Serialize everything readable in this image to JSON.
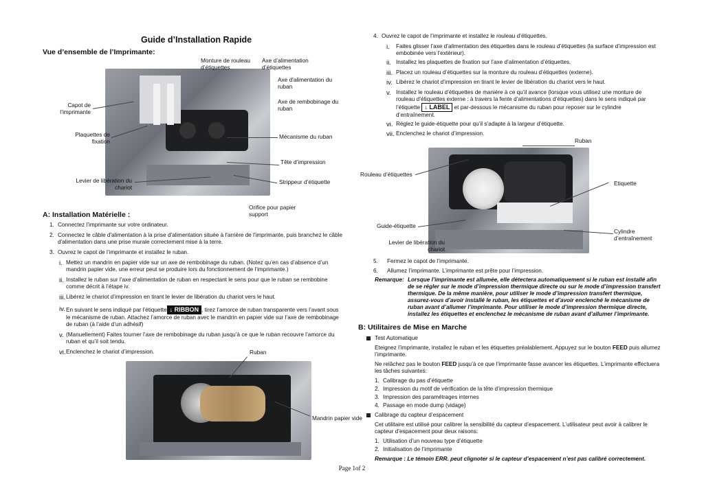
{
  "left": {
    "title": "Guide d’Installation Rapide",
    "overview_heading": "Vue d’ensemble de l’Imprimante:",
    "diagram_labels": {
      "monture": "Monture de rouleau d’étiquettes",
      "axe_alim_etiq": "Axe d’alimentation d’étiquettes",
      "axe_alim_ruban": "Axe d'alimentation du ruban",
      "axe_rembob": "Axe de rembobinage du ruban",
      "capot": "Capot de l’imprimante",
      "plaquettes": "Plaquettes de fixation",
      "mecanisme": "Mécanisme du ruban",
      "tete": "Tête d’impression",
      "levier": "Levier de libération du chariot",
      "strippeur": "Strippeur d’étiquette",
      "orifice": "Orifice pour papier support"
    },
    "section_a_letter": "A:",
    "section_a_title": "Installation Matérielle :",
    "steps": [
      {
        "n": "1.",
        "text": "Connectez l’imprimante sur votre ordinateur."
      },
      {
        "n": "2.",
        "text": "Connectez le câble d'alimentation à la prise d'alimentation située à l'arrière de l'imprimante, puis branchez le câble d'alimentation dans une prise murale correctement mise à la terre."
      },
      {
        "n": "3.",
        "text": "Ouvrez le capot de l’imprimante et installez le ruban."
      }
    ],
    "substeps": [
      {
        "n": "i.",
        "text": "Mettez un mandrin en papier vide sur un axe de rembobinage du ruban. (Notez qu’en cas d’absence d’un mandrin papier vide, une erreur peut se produire lors du fonctionnement de l’imprimante.)"
      },
      {
        "n": "ii.",
        "text": "Installez le ruban sur l’axe d’alimentation de ruban en respectant le sens pour que le ruban se rembobine comme décrit à l’étape iv."
      },
      {
        "n": "iii.",
        "text": "Libérez le chariot d’impression en tirant le levier de libération du chariot vers le haut."
      },
      {
        "n": "iv.",
        "pre": "En suivant le sens indiqué par l’étiquette",
        "badge": "↓ RIBBON",
        "post": ", tirez l’amorce de ruban transparente vers l’avant sous le mécanisme de ruban. Attachez l’amorce de ruban avec le mandrin en papier vide sur l’axe de rembobinage de ruban (à l’aide d’un adhésif)"
      },
      {
        "n": "v.",
        "text": "(Manuellement) Faites tourner l’axe de rembobinage du ruban jusqu’à ce que le ruban recouvre l’amorce du ruban et qu’il soit tendu."
      },
      {
        "n": "vi.",
        "text": "Enclenchez le chariot d’impression."
      }
    ],
    "photo_labels": {
      "ruban": "Ruban",
      "mandrin": "Mandrin papier vide"
    }
  },
  "right": {
    "step4": {
      "n": "4.",
      "text": "Ouvrez le capot de l’imprimante et installez le rouleau d’étiquettes."
    },
    "substeps": [
      {
        "n": "i.",
        "text": "Faites glisser l’axe d’alimentation des étiquettes dans le rouleau d’étiquettes (la surface d’impression est embobinée vers l’extérieur)."
      },
      {
        "n": "ii.",
        "text": "Installez les plaquettes de fixation sur l’axe d’alimentation d’étiquettes."
      },
      {
        "n": "iii.",
        "text": "Placez un rouleau d’étiquettes sur la monture du rouleau d’étiquettes (externe)."
      },
      {
        "n": "iv.",
        "text": "Libérez le chariot d’impression en tirant le levier de libération du chariot vers le haut."
      },
      {
        "n": "v.",
        "pre": "Installez le rouleau d’étiquettes de manière à ce qu’il avance (lorsque vous utilisez une monture de rouleau d’étiquettes externe : à travers la fente d’alimentations d’étiquettes) dans le sens indiqué par l’étiquette",
        "badge": "↓ LABEL",
        "post": "et par-dessous le mécanisme du ruban pour reposer sur le cylindre d’entraînement."
      },
      {
        "n": "vi.",
        "text": "Réglez le guide-étiquette pour qu’il s’adapte à la largeur d’étiquette."
      },
      {
        "n": "vii.",
        "text": "Enclenchez le chariot d’impression."
      }
    ],
    "photo_labels": {
      "ruban": "Ruban",
      "rouleau": "Rouleau d’étiquettes",
      "etiquette": "Etiquette",
      "guide": "Guide-étiquette",
      "cylindre": "Cylindre d’entraînement",
      "levier": "Levier de libération du chariot"
    },
    "step5": {
      "n": "5.",
      "text": "Fermez le capot de l’imprimante."
    },
    "step6": {
      "n": "6.",
      "text": "Allumez l’imprimante. L’imprimante est prête pour l’impression."
    },
    "remarque_label": "Remarque:",
    "remarque_text": "Lorsque l’imprimante est allumée, elle détectera automatiquement si le ruban est installé afin de se régler sur le mode d’impression thermique directe ou sur le mode d’impression transfert thermique. De la même manière, pour utiliser le mode d’impression transfert thermique, assurez-vous d’avoir installé le ruban, les étiquettes et d’avoir enclenché le mécanisme de ruban avant d’allumer l’imprimante. Pour utiliser le mode d’impression thermique directe, installez les étiquettes et enclenchez le mécanisme de ruban avant d’allumer l’imprimante.",
    "section_b_letter": "B:",
    "section_b_title": "Utilitaires de Mise en Marche",
    "test_auto": "Test Automatique",
    "test_p1_pre": "Eteignez l’imprimante, installez le ruban et les étiquettes préalablement. Appuyez sur le bouton ",
    "feed": "FEED",
    "test_p1_post": " puis allumez l’imprimante.",
    "test_p2_pre": "Ne relâchez pas le bouton ",
    "test_p2_post": " jusqu’à ce que l’imprimante fasse avancer les étiquettes. L’imprimante effectuera les tâches suivantes:",
    "test_list": [
      {
        "n": "1.",
        "text": "Calibrage du pas d’étiquette"
      },
      {
        "n": "2.",
        "text": "Impression du motif de vérification de la tête d’impression thermique"
      },
      {
        "n": "3.",
        "text": "Impression des paramétrages internes"
      },
      {
        "n": "4.",
        "text": "Passage en mode dump (vidage)"
      }
    ],
    "calib": "Calibrage du capteur d’espacement",
    "calib_p": "Cet utilitaire est utilisé pour calibrer la sensibilité du capteur d’espacement. L’utilisateur peut avoir à calibrer le capteur d’espacement pour deux raisons:",
    "calib_list": [
      {
        "n": "1.",
        "text": "Utilisation d’un nouveau type d’étiquette"
      },
      {
        "n": "2.",
        "text": "Initialisation de l’imprimante"
      }
    ],
    "remarque2": "Remarque : Le témoin ERR. peut clignoter si le capteur d’espacement n’est pas calibré correctement."
  },
  "footer": "Page 1of 2"
}
